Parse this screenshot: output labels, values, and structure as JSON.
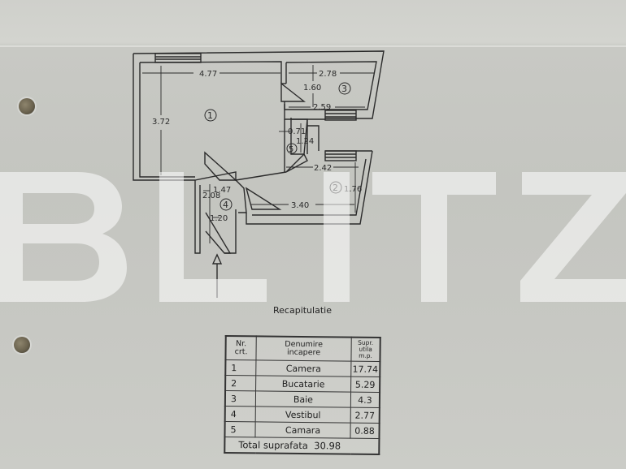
{
  "document": {
    "type": "floor-plan-scan",
    "watermark": "BLITZ",
    "colors": {
      "paper": "#c6c7c2",
      "ink": "#2a2a2a",
      "watermark": "#ffffff"
    }
  },
  "floor_plan": {
    "dimensions": {
      "room1_width": "4.77",
      "room1_height": "3.72",
      "room3_top_width": "2.78",
      "room3_height": "1.60",
      "room3_bottom_width": "2.59",
      "room5_width": "0.71",
      "room5_height": "1.24",
      "room2_top_width": "2.42",
      "room2_height": "1.76",
      "room2_bottom_width": "3.40",
      "room4_width_top": "1.47",
      "room4_height": "2.08",
      "room4_width_bottom": "1.20"
    },
    "room_labels": [
      "1",
      "2",
      "3",
      "4",
      "5"
    ],
    "entrance_icon": "entrance-arrow"
  },
  "recap": {
    "title": "Recapitulatie",
    "headers": {
      "nr": [
        "Nr.",
        "crt."
      ],
      "name": [
        "Denumire",
        "incapere"
      ],
      "area": [
        "Supr.",
        "utila",
        "m.p."
      ]
    },
    "rows": [
      {
        "nr": "1",
        "name": "Camera",
        "area": "17.74"
      },
      {
        "nr": "2",
        "name": "Bucatarie",
        "area": "5.29"
      },
      {
        "nr": "3",
        "name": "Baie",
        "area": "4.3"
      },
      {
        "nr": "4",
        "name": "Vestibul",
        "area": "2.77"
      },
      {
        "nr": "5",
        "name": "Camara",
        "area": "0.88"
      }
    ],
    "total_label": "Total suprafata",
    "total_value": "30.98"
  }
}
